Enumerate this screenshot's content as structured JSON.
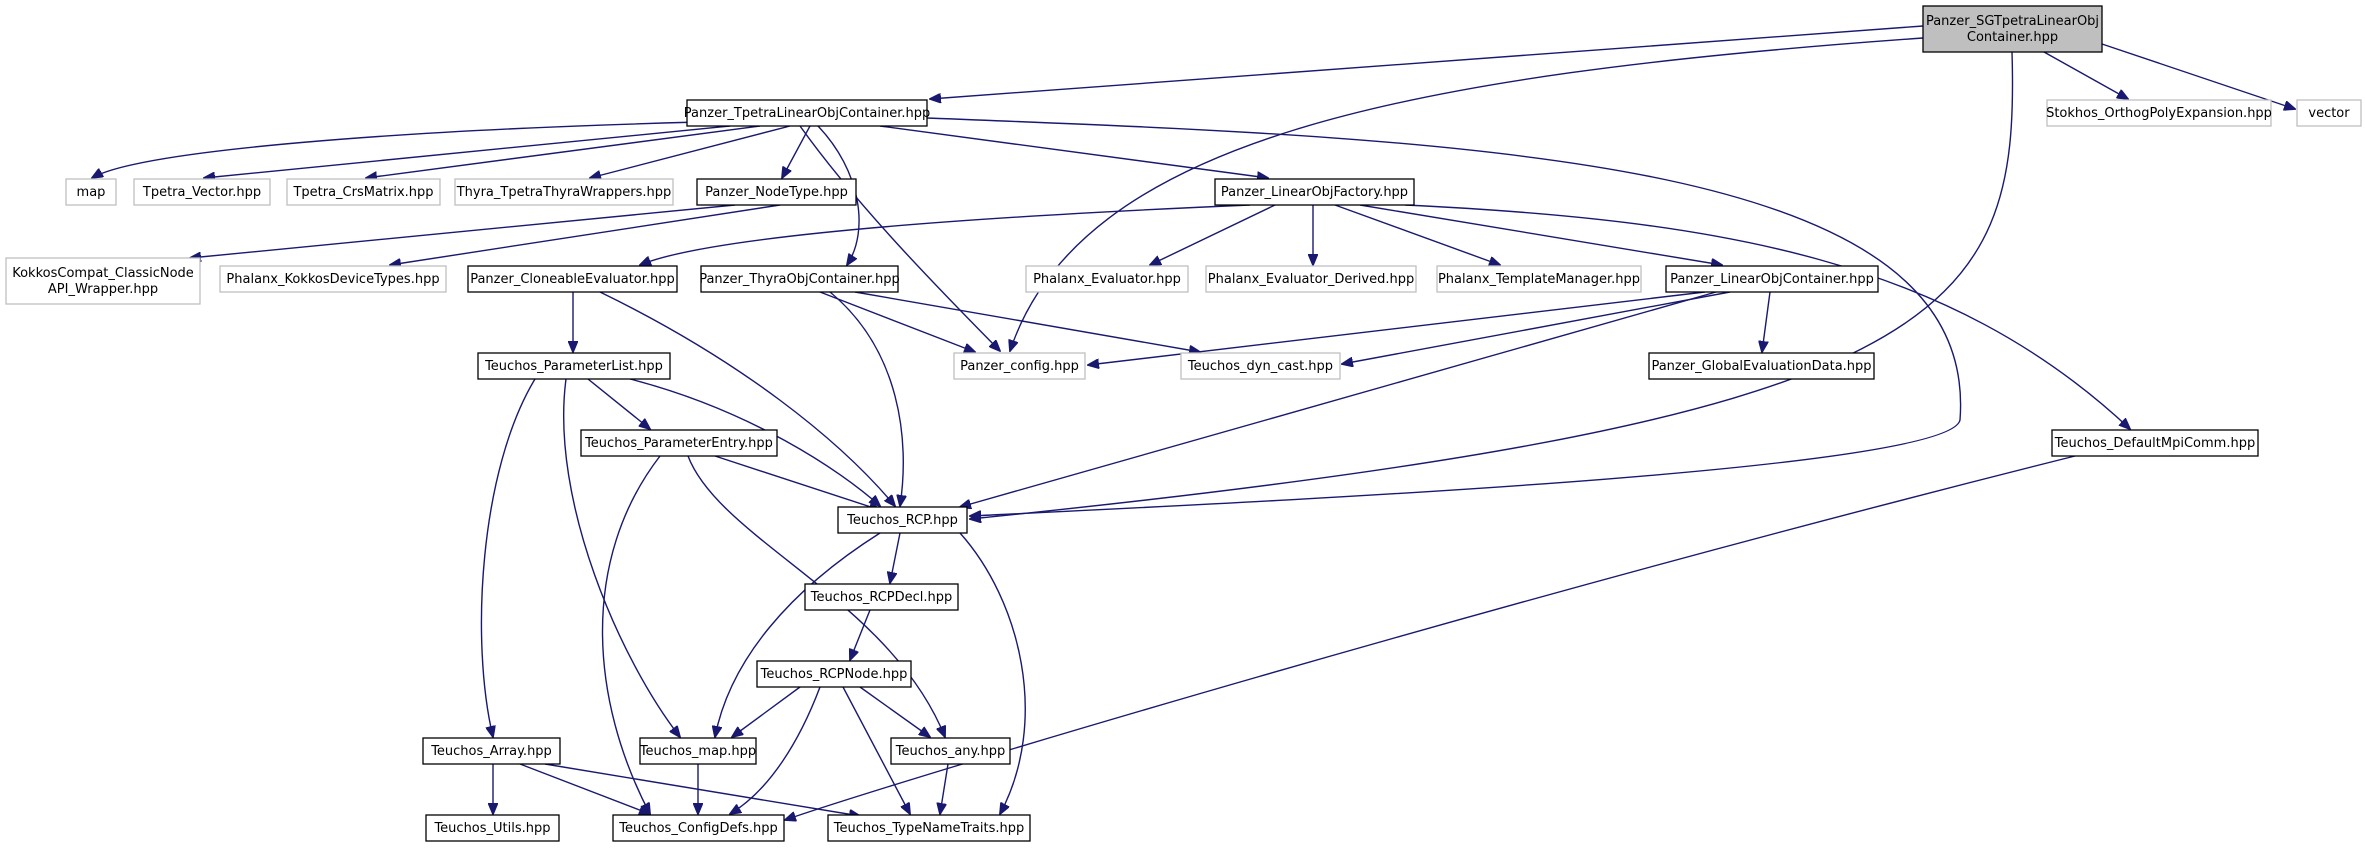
{
  "diagram": {
    "colors": {
      "edge": "#191970",
      "root_fill": "#bfbfbf",
      "linked_border": "#000000",
      "external_border": "#bfbfbf",
      "background": "#ffffff"
    },
    "nodes": [
      {
        "id": "sg_tpetra",
        "lines": [
          "Panzer_SGTpetraLinearObj",
          "Container.hpp"
        ],
        "kind": "root"
      },
      {
        "id": "tpetra_loc",
        "lines": [
          "Panzer_TpetraLinearObjContainer.hpp"
        ],
        "kind": "linked"
      },
      {
        "id": "stokhos",
        "lines": [
          "Stokhos_OrthogPolyExpansion.hpp"
        ],
        "kind": "external"
      },
      {
        "id": "vector",
        "lines": [
          "vector"
        ],
        "kind": "external"
      },
      {
        "id": "map",
        "lines": [
          "map"
        ],
        "kind": "external"
      },
      {
        "id": "tpetra_vector",
        "lines": [
          "Tpetra_Vector.hpp"
        ],
        "kind": "external"
      },
      {
        "id": "tpetra_crs",
        "lines": [
          "Tpetra_CrsMatrix.hpp"
        ],
        "kind": "external"
      },
      {
        "id": "thyra_wrappers",
        "lines": [
          "Thyra_TpetraThyraWrappers.hpp"
        ],
        "kind": "external"
      },
      {
        "id": "node_type",
        "lines": [
          "Panzer_NodeType.hpp"
        ],
        "kind": "linked"
      },
      {
        "id": "lof",
        "lines": [
          "Panzer_LinearObjFactory.hpp"
        ],
        "kind": "linked"
      },
      {
        "id": "kokkos_compat",
        "lines": [
          "KokkosCompat_ClassicNode",
          "API_Wrapper.hpp"
        ],
        "kind": "external"
      },
      {
        "id": "phalanx_kdt",
        "lines": [
          "Phalanx_KokkosDeviceTypes.hpp"
        ],
        "kind": "external"
      },
      {
        "id": "cloneable",
        "lines": [
          "Panzer_CloneableEvaluator.hpp"
        ],
        "kind": "linked"
      },
      {
        "id": "thyra_oc",
        "lines": [
          "Panzer_ThyraObjContainer.hpp"
        ],
        "kind": "linked"
      },
      {
        "id": "phalanx_eval",
        "lines": [
          "Phalanx_Evaluator.hpp"
        ],
        "kind": "external"
      },
      {
        "id": "phalanx_eval_derived",
        "lines": [
          "Phalanx_Evaluator_Derived.hpp"
        ],
        "kind": "external"
      },
      {
        "id": "phalanx_tm",
        "lines": [
          "Phalanx_TemplateManager.hpp"
        ],
        "kind": "external"
      },
      {
        "id": "loc",
        "lines": [
          "Panzer_LinearObjContainer.hpp"
        ],
        "kind": "linked"
      },
      {
        "id": "param_list",
        "lines": [
          "Teuchos_ParameterList.hpp"
        ],
        "kind": "linked"
      },
      {
        "id": "panzer_config",
        "lines": [
          "Panzer_config.hpp"
        ],
        "kind": "external"
      },
      {
        "id": "dyn_cast",
        "lines": [
          "Teuchos_dyn_cast.hpp"
        ],
        "kind": "external"
      },
      {
        "id": "global_eval",
        "lines": [
          "Panzer_GlobalEvaluationData.hpp"
        ],
        "kind": "linked"
      },
      {
        "id": "param_entry",
        "lines": [
          "Teuchos_ParameterEntry.hpp"
        ],
        "kind": "linked"
      },
      {
        "id": "default_mpi",
        "lines": [
          "Teuchos_DefaultMpiComm.hpp"
        ],
        "kind": "linked"
      },
      {
        "id": "rcp",
        "lines": [
          "Teuchos_RCP.hpp"
        ],
        "kind": "linked"
      },
      {
        "id": "rcp_decl",
        "lines": [
          "Teuchos_RCPDecl.hpp"
        ],
        "kind": "linked"
      },
      {
        "id": "rcp_node",
        "lines": [
          "Teuchos_RCPNode.hpp"
        ],
        "kind": "linked"
      },
      {
        "id": "array",
        "lines": [
          "Teuchos_Array.hpp"
        ],
        "kind": "linked"
      },
      {
        "id": "teuchos_map",
        "lines": [
          "Teuchos_map.hpp"
        ],
        "kind": "linked"
      },
      {
        "id": "any",
        "lines": [
          "Teuchos_any.hpp"
        ],
        "kind": "linked"
      },
      {
        "id": "utils",
        "lines": [
          "Teuchos_Utils.hpp"
        ],
        "kind": "linked"
      },
      {
        "id": "config_defs",
        "lines": [
          "Teuchos_ConfigDefs.hpp"
        ],
        "kind": "linked"
      },
      {
        "id": "type_name",
        "lines": [
          "Teuchos_TypeNameTraits.hpp"
        ],
        "kind": "linked"
      }
    ]
  }
}
